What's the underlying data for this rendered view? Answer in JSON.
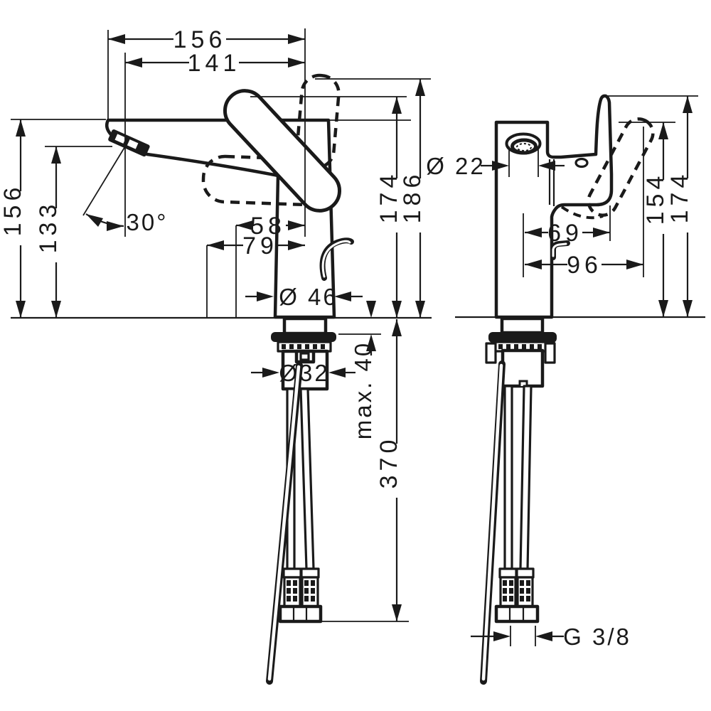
{
  "colors": {
    "line": "#1a1a1a",
    "background": "#ffffff"
  },
  "front_view": {
    "spout_reach_overall": "156",
    "spout_reach": "141",
    "spout_height_overall": "156",
    "spout_height": "133",
    "spout_angle": "30°",
    "handle_clearance": "58",
    "handle_clearance_overall": "79",
    "base_diameter": "Ø 46",
    "height_to_handle": "174",
    "height_overall": "186",
    "tailpiece_diameter": "Ø32",
    "max_counter_thickness": "max. 40",
    "hose_length": "370"
  },
  "side_view": {
    "spout_outlet_diameter": "Ø 22",
    "handle_offset": "69",
    "handle_offset_overall": "96",
    "height_to_handle_tip": "154",
    "height_overall": "174",
    "supply_thread": "G 3/8"
  }
}
